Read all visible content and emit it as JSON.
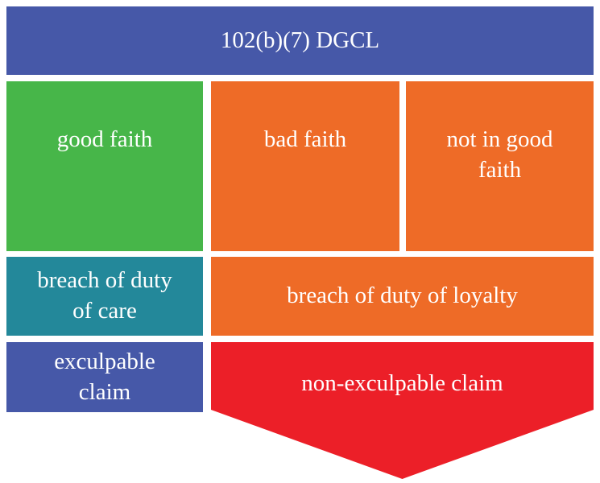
{
  "colors": {
    "header": "#4658A8",
    "good_faith": "#47B649",
    "bad_faith": "#EE6B27",
    "not_good_faith": "#EE6B27",
    "duty_of_care": "#23889A",
    "duty_of_loyalty": "#EE6B27",
    "exculpable": "#4658A8",
    "non_exculpable": "#EC1F28",
    "text": "#FFFFFF"
  },
  "header": {
    "title": "102(b)(7) DGCL"
  },
  "faith_row": {
    "good_faith": "good faith",
    "bad_faith": "bad faith",
    "not_good_faith_line1": "not in good",
    "not_good_faith_line2": "faith"
  },
  "duty_row": {
    "duty_of_care_line1": "breach of duty",
    "duty_of_care_line2": "of care",
    "duty_of_loyalty": "breach of duty of loyalty"
  },
  "claim_row": {
    "exculpable_line1": "exculpable",
    "exculpable_line2": "claim",
    "non_exculpable": "non-exculpable claim"
  }
}
